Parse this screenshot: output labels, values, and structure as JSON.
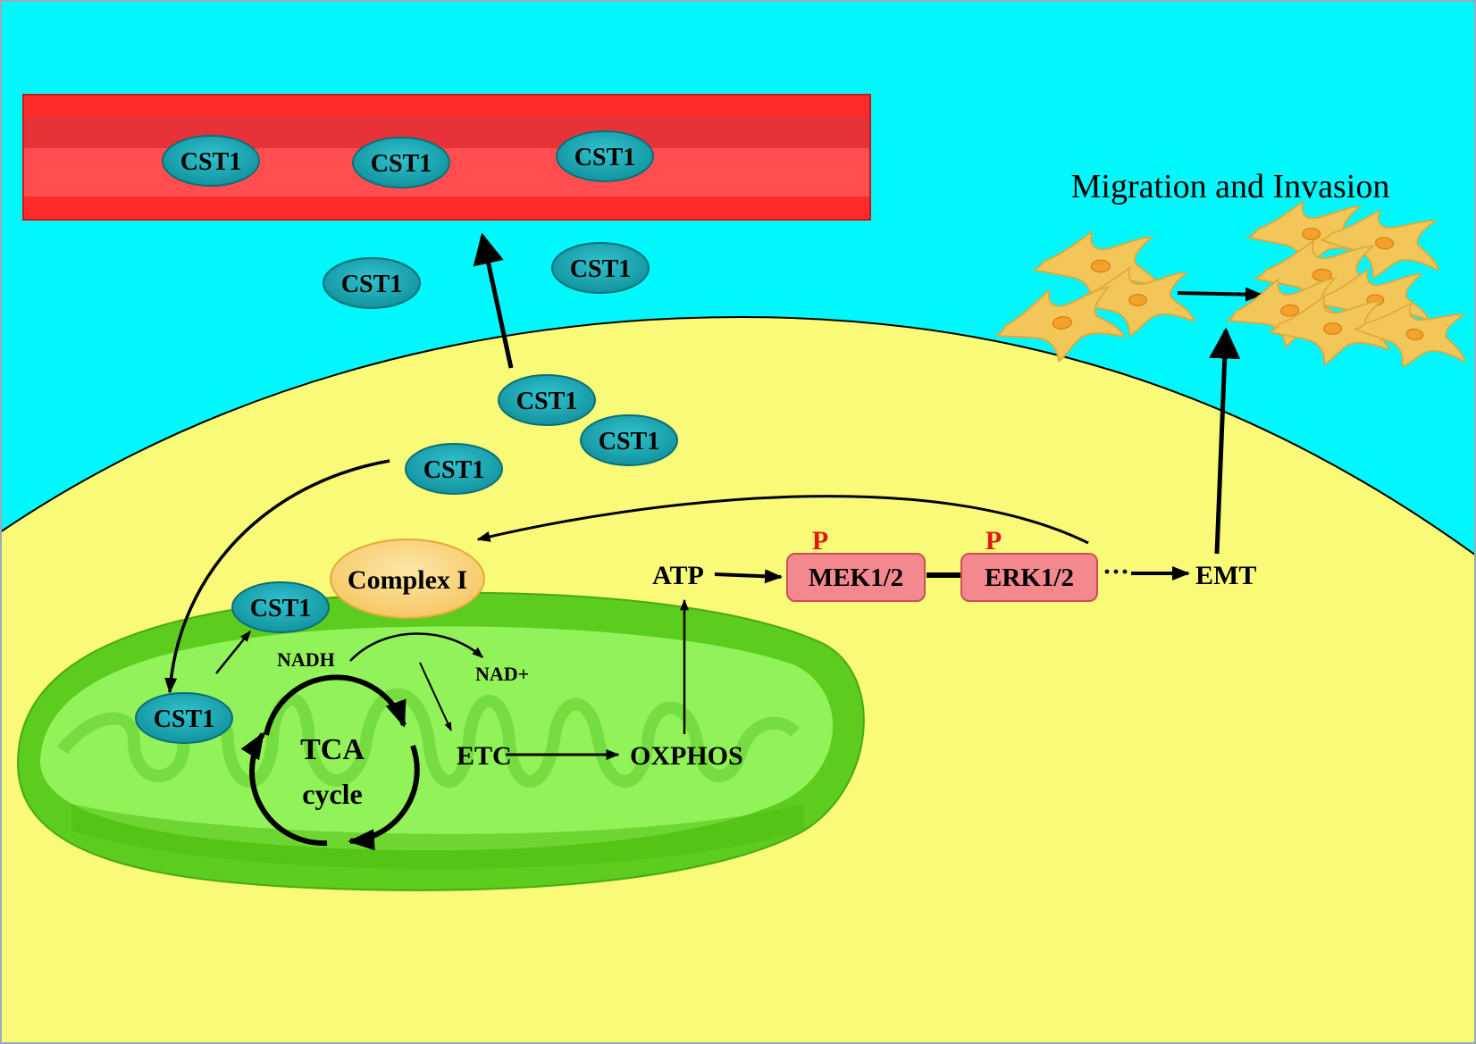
{
  "labels": {
    "cst1": "CST1",
    "migration": "Migration and Invasion",
    "complex_i": "Complex I",
    "nadh": "NADH",
    "nad_plus": "NAD+",
    "tca_line1": "TCA",
    "tca_line2": "cycle",
    "etc": "ETC",
    "oxphos": "OXPHOS",
    "atp": "ATP",
    "mek": "MEK1/2",
    "erk": "ERK1/2",
    "phospho": "P",
    "ellipsis": "···",
    "emt": "EMT"
  },
  "colors": {
    "extracellular": "#00f7fb",
    "cytoplasm": "#f8fa78",
    "vessel": "#ff3a40",
    "vessel_dark": "#e8323a",
    "cst1_fill": "#1aa7b3",
    "mitochondrion_outer": "#5ccc1e",
    "mitochondrion_inner": "#92f25a",
    "complex_i": "#f8d27a",
    "kinase_box": "#f3898f",
    "phospho": "#e41414",
    "cells": "#f3c65a"
  }
}
